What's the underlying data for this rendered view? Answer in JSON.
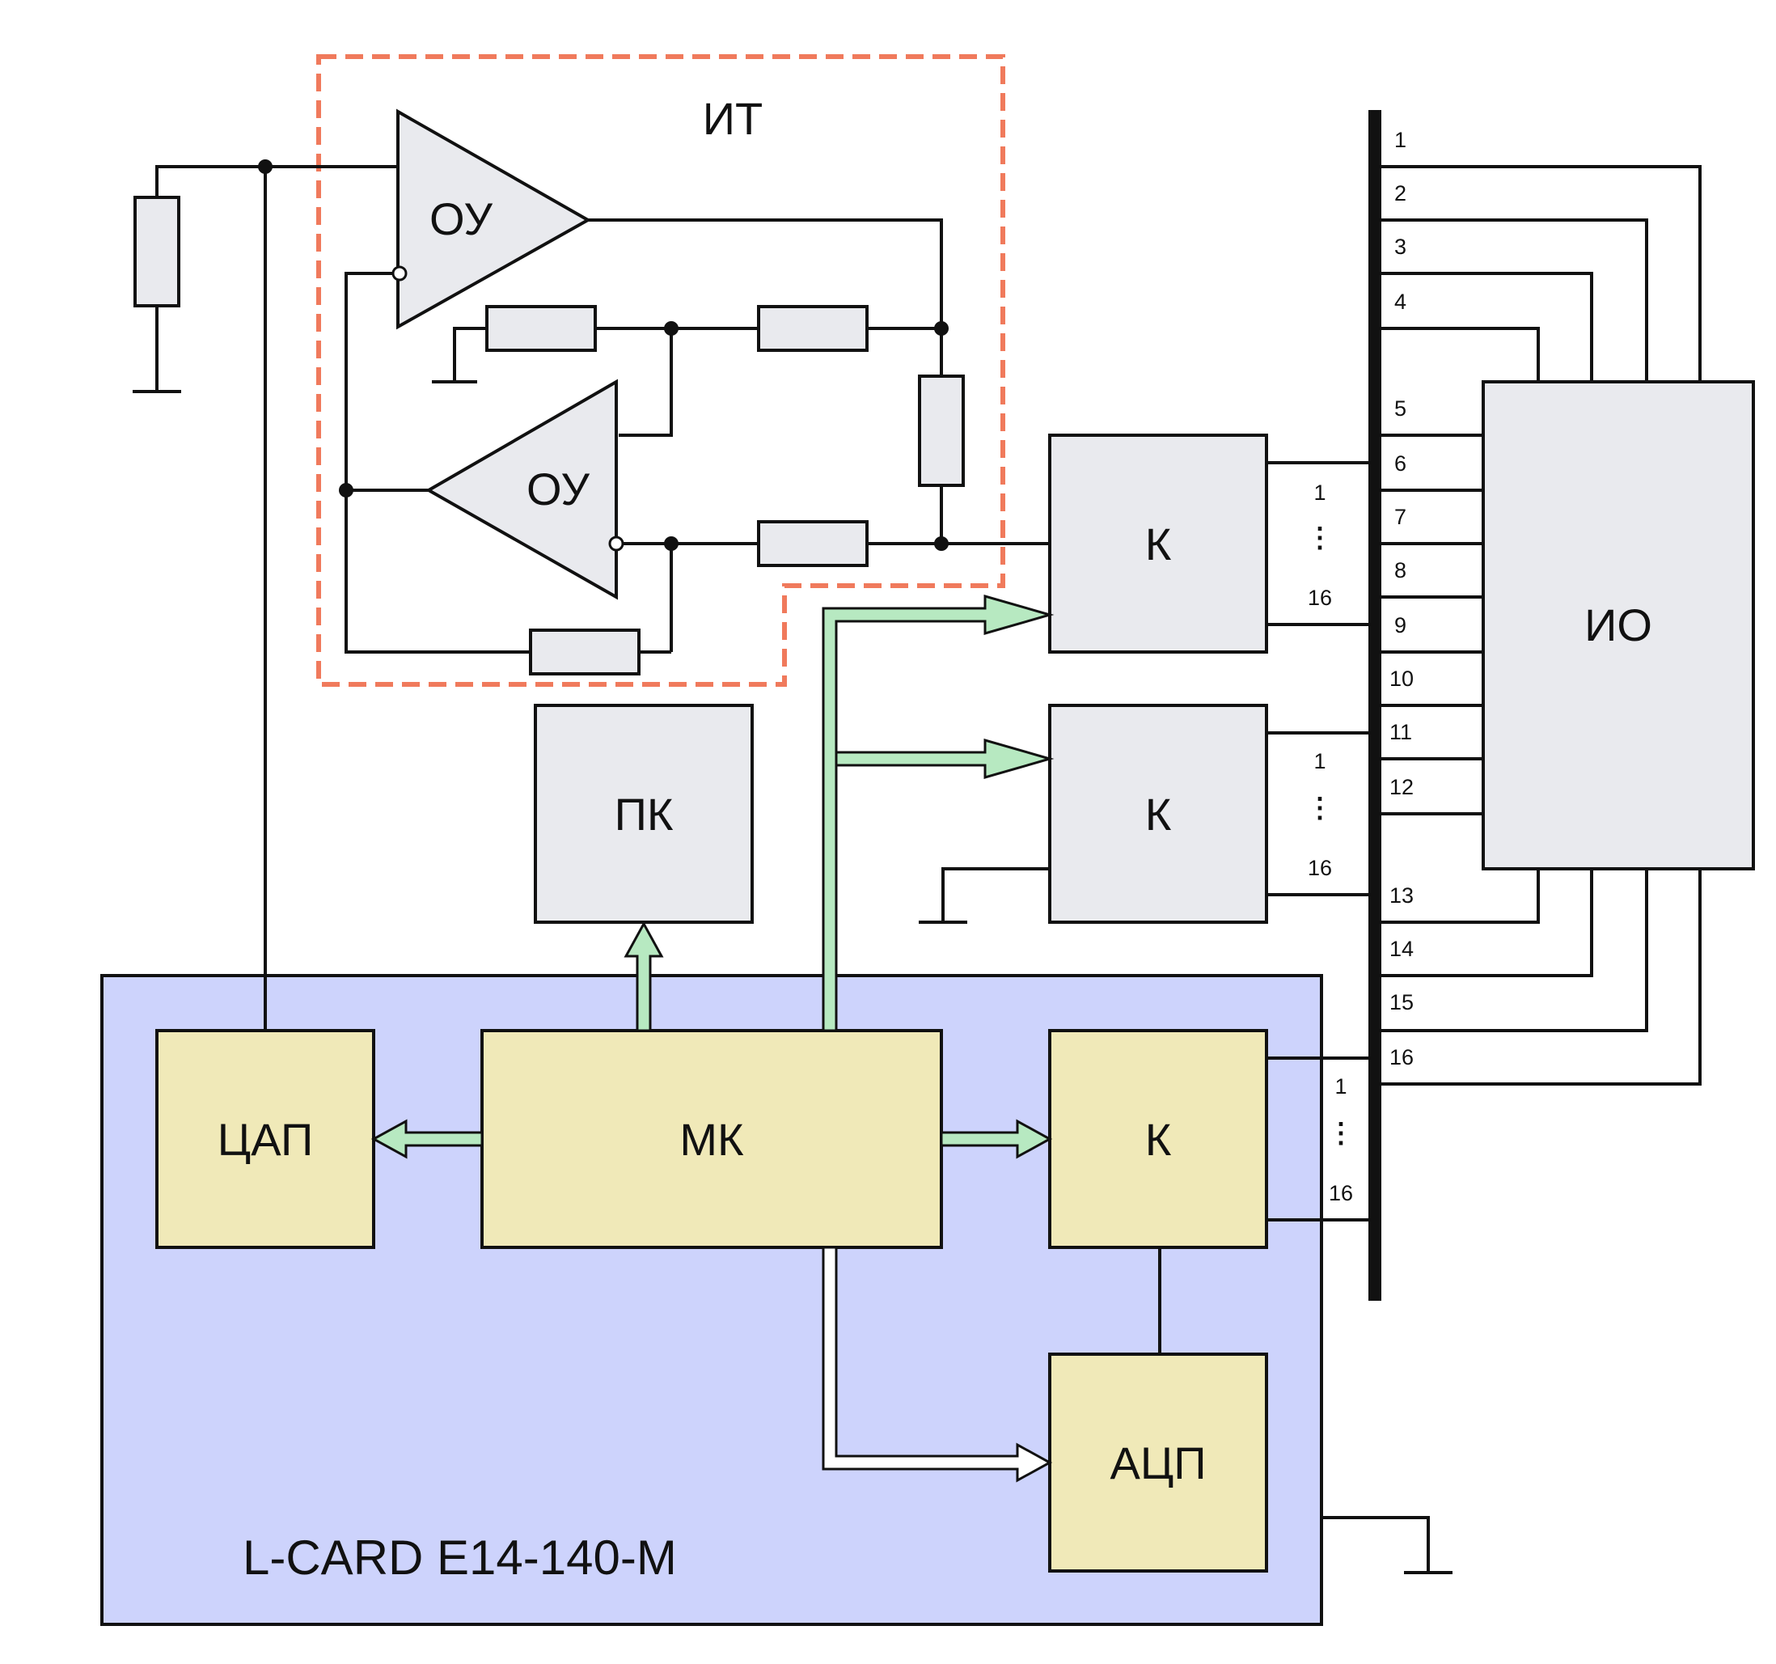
{
  "labels": {
    "it": "ИТ",
    "ou_top": "ОУ",
    "ou_bottom": "ОУ",
    "k1": "К",
    "k2": "К",
    "k3": "К",
    "io": "ИО",
    "pk": "ПК",
    "cap": "ЦАП",
    "mk": "МК",
    "acp": "АЦП",
    "board": "L-CARD E14-140-M"
  },
  "bus_pins": [
    "1",
    "2",
    "3",
    "4",
    "5",
    "6",
    "7",
    "8",
    "9",
    "10",
    "11",
    "12",
    "13",
    "14",
    "15",
    "16"
  ],
  "switch_pins": {
    "k1": {
      "first": "1",
      "dots": "⋮",
      "last": "16"
    },
    "k2": {
      "first": "1",
      "dots": "⋮",
      "last": "16"
    },
    "k3": {
      "first": "1",
      "dots": "⋮",
      "last": "16"
    }
  },
  "colors": {
    "board_fill": "#cdd3fc",
    "block_gray": "#e9eaee",
    "block_yellow": "#f0e9b8",
    "bus_arrow": "#b7e9c1",
    "it_border": "#f07a5c"
  }
}
